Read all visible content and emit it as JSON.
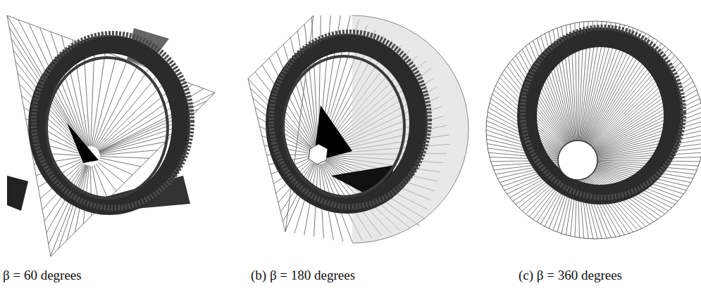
{
  "diagram": {
    "labels": [
      "β = 60 degrees",
      "(b) β = 180 degrees",
      "(c) β = 360 degrees"
    ]
  }
}
